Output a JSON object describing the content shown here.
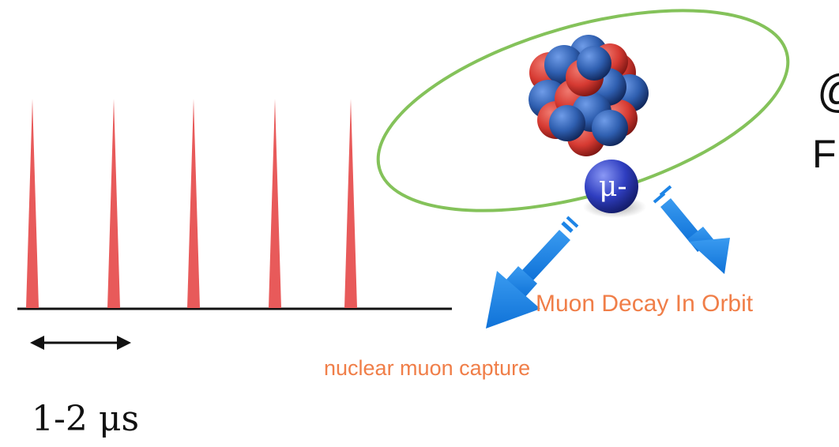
{
  "labels": {
    "pulse_spacing": "1-2 μs",
    "capture": "nuclear muon capture",
    "decay_in_orbit": "Muon Decay In Orbit",
    "muon_symbol": "μ-",
    "edge_glyph_top": "@",
    "edge_glyph_bottom": "F"
  },
  "pulses": {
    "count": 5,
    "color": "#e85a5a"
  },
  "colors": {
    "orbit": "#84c25a",
    "proton": "#d63a32",
    "neutron": "#2f5fb0",
    "muon": "#2f3ec0",
    "arrow": "#1d84e6",
    "label_orange": "#f07e48"
  }
}
